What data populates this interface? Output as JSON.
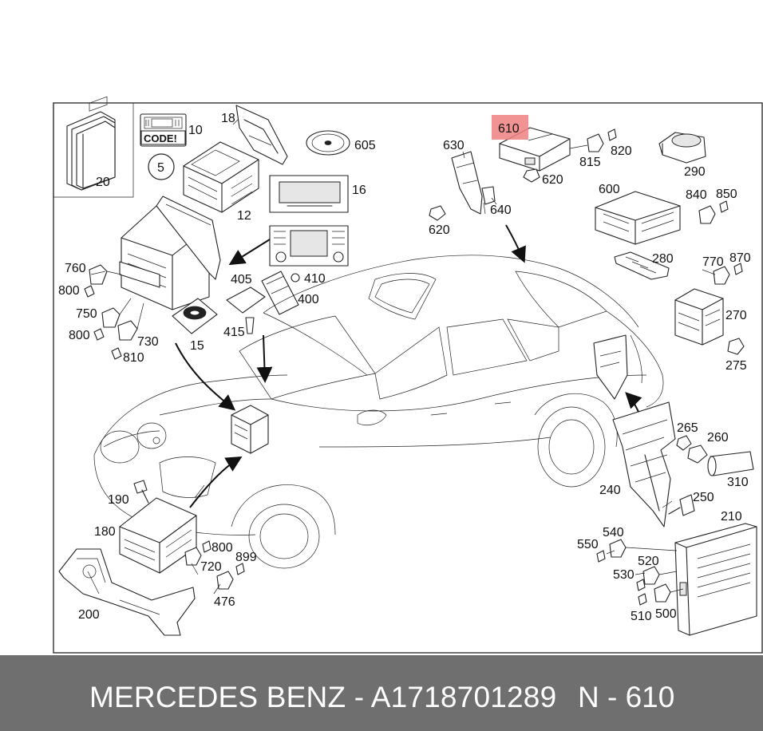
{
  "diagram": {
    "highlighted_part": "610",
    "code_label": "CODE!",
    "callouts": {
      "p20": "20",
      "p10": "10",
      "p5": "5",
      "p18": "18",
      "p12": "12",
      "p605": "605",
      "p16": "16",
      "p760": "760",
      "p800a": "800",
      "p750": "750",
      "p800b": "800",
      "p730": "730",
      "p810": "810",
      "p15": "15",
      "p405": "405",
      "p410": "410",
      "p400": "400",
      "p415": "415",
      "p630": "630",
      "p610": "610",
      "p815": "815",
      "p820": "820",
      "p620a": "620",
      "p640": "640",
      "p620b": "620",
      "p290": "290",
      "p600": "600",
      "p840": "840",
      "p850": "850",
      "p280": "280",
      "p770": "770",
      "p870": "870",
      "p270": "270",
      "p275": "275",
      "p265": "265",
      "p260": "260",
      "p310": "310",
      "p240": "240",
      "p250": "250",
      "p210": "210",
      "p190": "190",
      "p180": "180",
      "p800c": "800",
      "p899": "899",
      "p720": "720",
      "p476": "476",
      "p200": "200",
      "p550": "550",
      "p540": "540",
      "p520": "520",
      "p530": "530",
      "p510": "510",
      "p500": "500"
    }
  },
  "footer": {
    "title": "MERCEDES BENZ - A1718701289",
    "part_ref": "N - 610"
  },
  "colors": {
    "footer_bg": "#6f6f6f",
    "highlight": "#f08080",
    "line": "#222222"
  }
}
